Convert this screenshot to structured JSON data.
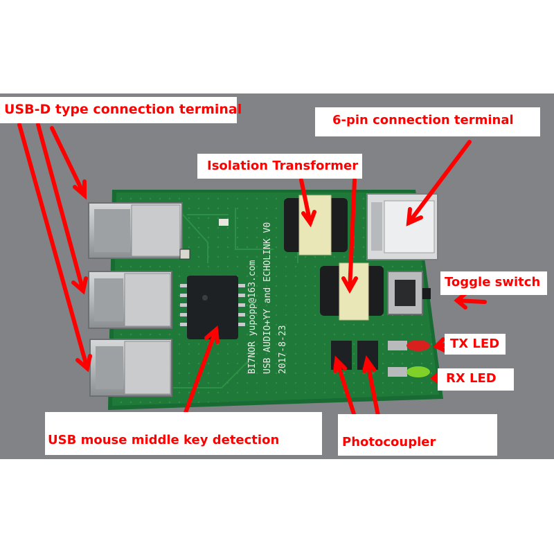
{
  "photo": {
    "board_silkscreen": {
      "line1": "BI7NOR yupopp@163.com",
      "line2": "USB AUDIO+YY and ECHOLINK V0",
      "line3": "2017-8-23"
    }
  },
  "annotations": {
    "usb_d_terminal": "USB-D type connection terminal",
    "six_pin_terminal": "6-pin connection terminal",
    "isolation_transformer": "Isolation Transformer",
    "toggle_switch": "Toggle switch",
    "tx_led": "TX LED",
    "rx_led": "RX LED",
    "mouse_key_detection": "USB mouse middle key detection",
    "photocoupler": "Photocoupler"
  },
  "colors": {
    "annotation_red": "#ff0000",
    "board_green": "#1f7a3a",
    "background_gray": "#7d7f83"
  }
}
